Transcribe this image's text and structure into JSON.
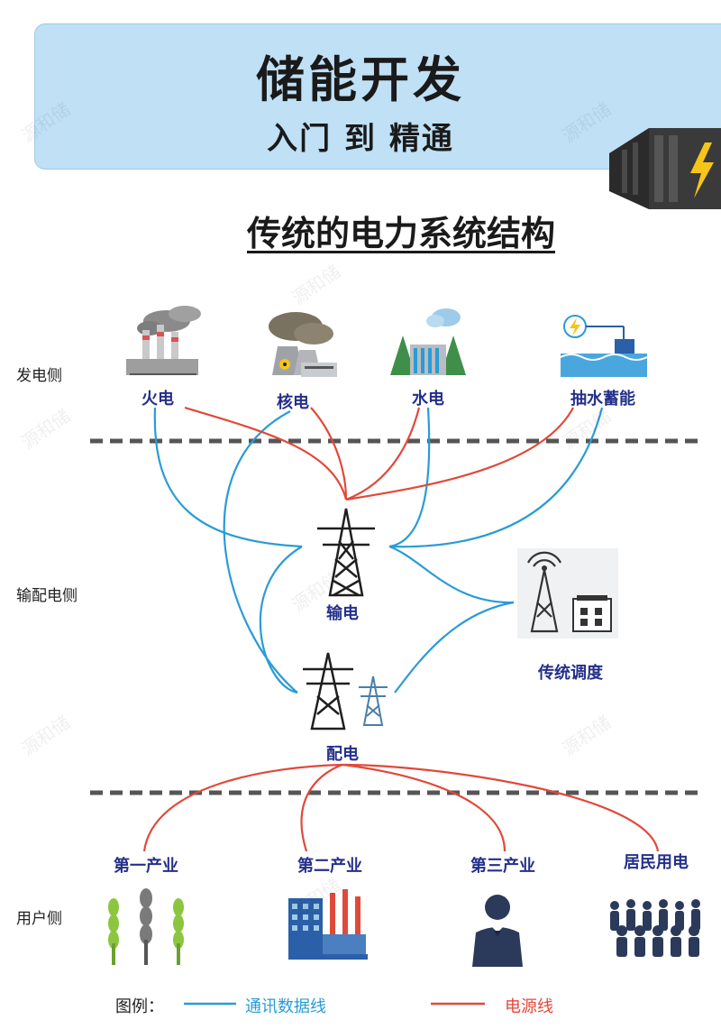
{
  "header": {
    "title": "储能开发",
    "subtitle": "入门 到 精通"
  },
  "section_title": "传统的电力系统结构",
  "sides": {
    "generation": "发电侧",
    "transmission": "输配电侧",
    "user": "用户侧"
  },
  "nodes": {
    "thermal": "火电",
    "nuclear": "核电",
    "hydro": "水电",
    "pumped": "抽水蓄能",
    "transmission": "输电",
    "dispatch": "传统调度",
    "distribution": "配电",
    "primary": "第一产业",
    "secondary": "第二产业",
    "tertiary": "第三产业",
    "residential": "居民用电"
  },
  "legend": {
    "title": "图例：",
    "comm": "通讯数据线",
    "power": "电源线"
  },
  "watermark": "源和储",
  "colors": {
    "comm_line": "#2b9bd6",
    "power_line": "#e0493a",
    "label": "#24308a",
    "banner": "#bfe0f5"
  }
}
